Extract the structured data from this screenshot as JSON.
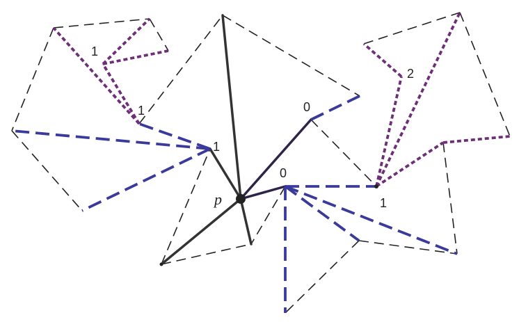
{
  "colors": {
    "outline": "#222222",
    "tree": "#333333",
    "tree_dark": "#2e2448",
    "blue_dashed": "#3a3a9c",
    "purple_dotted": "#6e2f78"
  },
  "labels": {
    "p": "p",
    "left_top_1": "1",
    "left_mid_1": "1",
    "left_node_1": "1",
    "center_0": "0",
    "upper_0": "0",
    "right_1": "1",
    "right_2": "2"
  }
}
